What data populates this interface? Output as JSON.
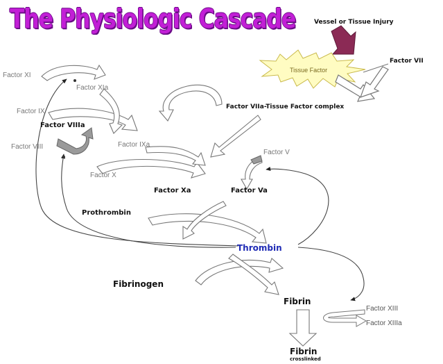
{
  "title": "The Physiologic Cascade",
  "colors": {
    "title_fill": "#c21fd6",
    "title_outline": "#6a0d86",
    "injury_arrow": "#8b2a55",
    "thrombin": "#1f2bb5",
    "starburst": "#fffcc2"
  },
  "icons": {
    "injury_arrow": "down-arrow-icon",
    "tissue_factor_burst": "starburst-icon"
  },
  "labels": {
    "vessel_injury": "Vessel or Tissue Injury",
    "tissue_factor": "Tissue Factor",
    "factor_vii_right": "Factor VII",
    "factor_viia_tf_complex": "Factor VIIa-Tissue Factor complex",
    "factor_xi": "Factor XI",
    "factor_xia": "Factor XIa",
    "factor_ix": "Factor IX",
    "factor_viiia": "Factor VIIIa",
    "factor_viii": "Factor VIII",
    "factor_ixa": "Factor IXa",
    "factor_x": "Factor X",
    "factor_v": "Factor V",
    "factor_xa": "Factor Xa",
    "factor_va": "Factor Va",
    "prothrombin": "Prothrombin",
    "thrombin": "Thrombin",
    "fibrinogen": "Fibrinogen",
    "fibrin": "Fibrin",
    "factor_xiii": "Factor XIII",
    "factor_xiiia": "Factor XIIIa",
    "fibrin_crosslinked": "Fibrin",
    "crosslinked": "crosslinked"
  }
}
